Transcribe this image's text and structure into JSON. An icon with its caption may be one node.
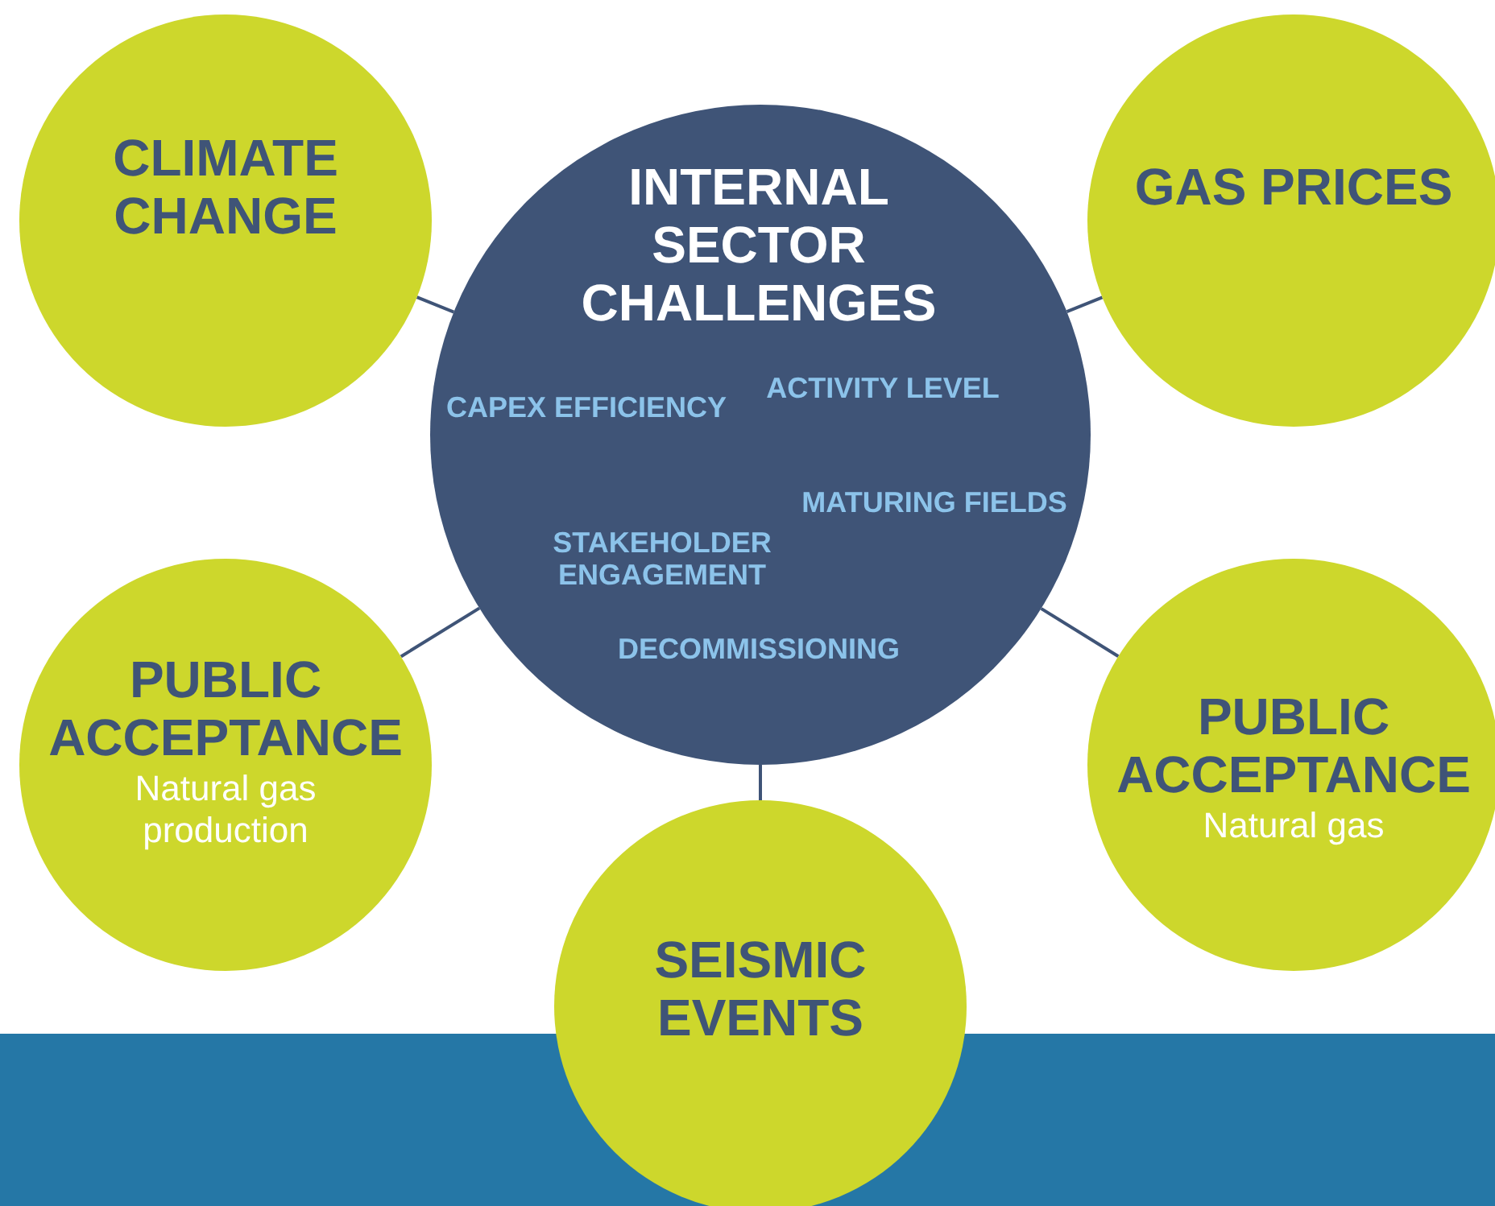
{
  "diagram": {
    "nodes": [
      {
        "text": [
          "CLIMATE CHANGE"
        ]
      },
      {
        "text": [
          "INTERNAL SECTOR CHALLENGES",
          "CAPEX EFFICIENCY",
          "ACTIVITY LEVEL",
          "MATURING FIELDS",
          "STAKEHOLDER ENGAGEMENT",
          "DECOMMISSIONING"
        ]
      },
      {
        "text": [
          "GAS PRICES"
        ]
      },
      {
        "text": [
          "PUBLIC ACCEPTANCE",
          "Natural gas production"
        ]
      },
      {
        "text": [
          "PUBLIC ACCEPTANCE",
          "Natural gas"
        ]
      },
      {
        "text": [
          "SEISMIC EVENTS"
        ]
      }
    ],
    "edges": [
      {
        "from": 1,
        "to": 0,
        "arrow": "none"
      },
      {
        "from": 1,
        "to": 2,
        "arrow": "none"
      },
      {
        "from": 1,
        "to": 3,
        "arrow": "none"
      },
      {
        "from": 1,
        "to": 4,
        "arrow": "none"
      },
      {
        "from": 1,
        "to": 5,
        "arrow": "none"
      }
    ]
  }
}
